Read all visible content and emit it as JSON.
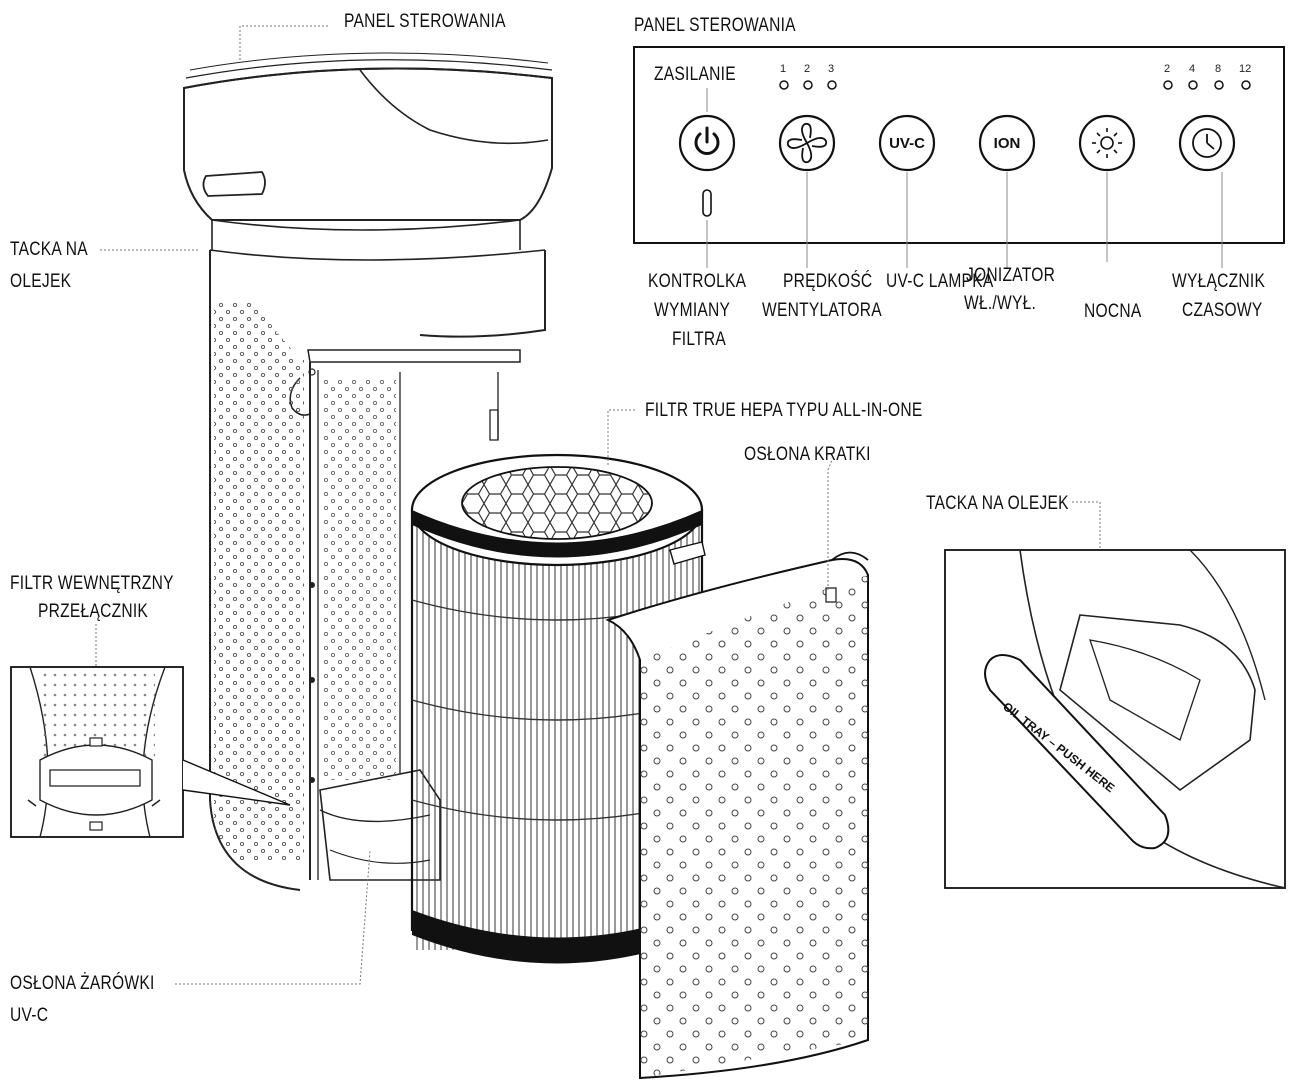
{
  "labels": {
    "panel_top": "PANEL STEROWANIA",
    "panel_inset": "PANEL STEROWANIA",
    "oil_tray_left_1": "TACKA NA",
    "oil_tray_left_2": "OLEJEK",
    "internal_filter_1": "FILTR WEWNĘTRZNY",
    "internal_filter_2": "PRZEŁĄCZNIK",
    "uvc_bulb_cover_1": "OSŁONA ŻARÓWKI",
    "uvc_bulb_cover_2": "UV-C",
    "hepa_filter": "FILTR TRUE HEPA TYPU ALL-IN-ONE",
    "grille_cover": "OSŁONA KRATKI",
    "oil_tray_right": "TACKA NA OLEJEK"
  },
  "control_panel": {
    "power_label": "ZASILANIE",
    "fan_speed_indicators": [
      "1",
      "2",
      "3"
    ],
    "timer_indicators": [
      "2",
      "4",
      "8",
      "12"
    ],
    "buttons": {
      "uvc": "UV-C",
      "ion": "ION"
    },
    "captions": {
      "filter_light_1": "KONTROLKA",
      "filter_light_2": "WYMIANY",
      "filter_light_3": "FILTRA",
      "fan_speed_1": "PRĘDKOŚĆ",
      "fan_speed_2": "WENTYLATORA",
      "uvc_lamp": "UV-C LAMPKA",
      "ionizer_1": "JONIZATOR",
      "ionizer_2": "WŁ./WYŁ.",
      "night": "NOCNA",
      "timer_1": "WYŁĄCZNIK",
      "timer_2": "CZASOWY"
    }
  },
  "oil_tray_text": "OIL TRAY – PUSH HERE",
  "icons": [
    "power-icon",
    "fan-icon",
    "sun-icon",
    "clock-icon"
  ]
}
